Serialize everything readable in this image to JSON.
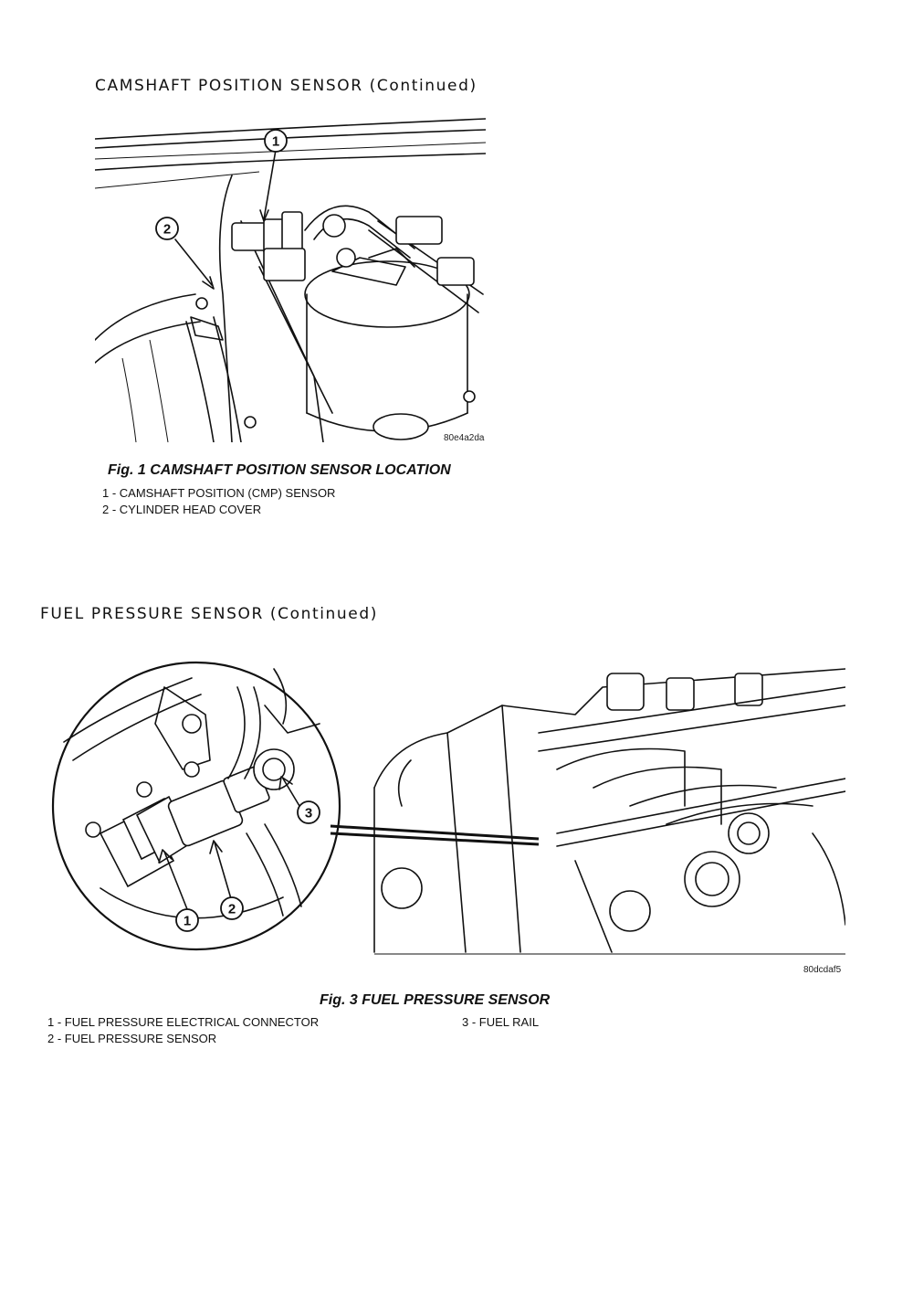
{
  "section1": {
    "title": "CAMSHAFT POSITION SENSOR (Continued)",
    "figure": {
      "ref_code": "80e4a2da",
      "caption": "Fig. 1 CAMSHAFT POSITION SENSOR LOCATION",
      "callouts": [
        "1",
        "2"
      ],
      "legend": [
        "1 - CAMSHAFT POSITION (CMP) SENSOR",
        "2 - CYLINDER HEAD COVER"
      ]
    }
  },
  "section2": {
    "title": "FUEL PRESSURE SENSOR (Continued)",
    "figure": {
      "ref_code": "80dcdaf5",
      "caption": "Fig. 3 FUEL PRESSURE SENSOR",
      "callouts": [
        "1",
        "2",
        "3"
      ],
      "legend": [
        "1 - FUEL PRESSURE ELECTRICAL CONNECTOR",
        "2 - FUEL PRESSURE SENSOR",
        "3 - FUEL RAIL"
      ]
    }
  }
}
